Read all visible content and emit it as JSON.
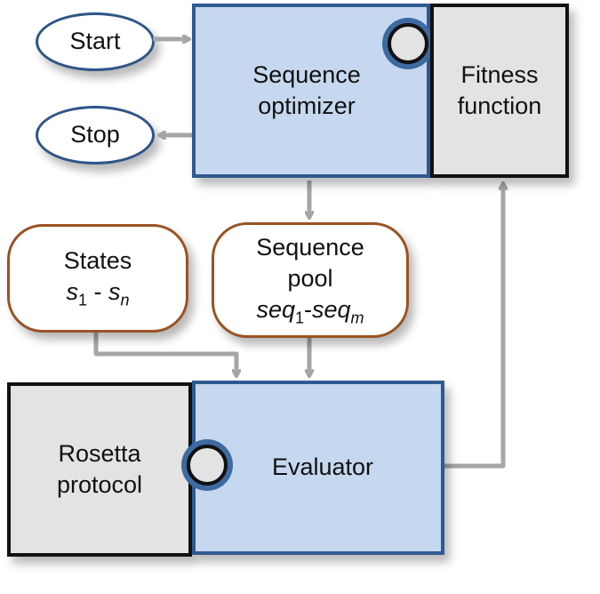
{
  "start": {
    "label": "Start"
  },
  "stop": {
    "label": "Stop"
  },
  "optimizer": {
    "line1": "Sequence",
    "line2": "optimizer"
  },
  "fitness": {
    "line1": "Fitness",
    "line2": "function"
  },
  "states": {
    "line1": "States",
    "s_first": "s",
    "sub_first": "1",
    "dash": " - ",
    "s_last": "s",
    "sub_last": "n"
  },
  "pool": {
    "line1": "Sequence",
    "line2": "pool",
    "seq_first": "seq",
    "sub_first": "1",
    "dash": "-",
    "seq_last": "seq",
    "sub_last": "m"
  },
  "rosetta": {
    "line1": "Rosetta",
    "line2": "protocol"
  },
  "evaluator": {
    "label": "Evaluator"
  },
  "colors": {
    "blue_fill": "#c6d8f0",
    "blue_border": "#2f5a91",
    "grey_fill": "#e3e3e3",
    "pill_border": "#9a5224",
    "arrow": "#a6a6a6"
  }
}
